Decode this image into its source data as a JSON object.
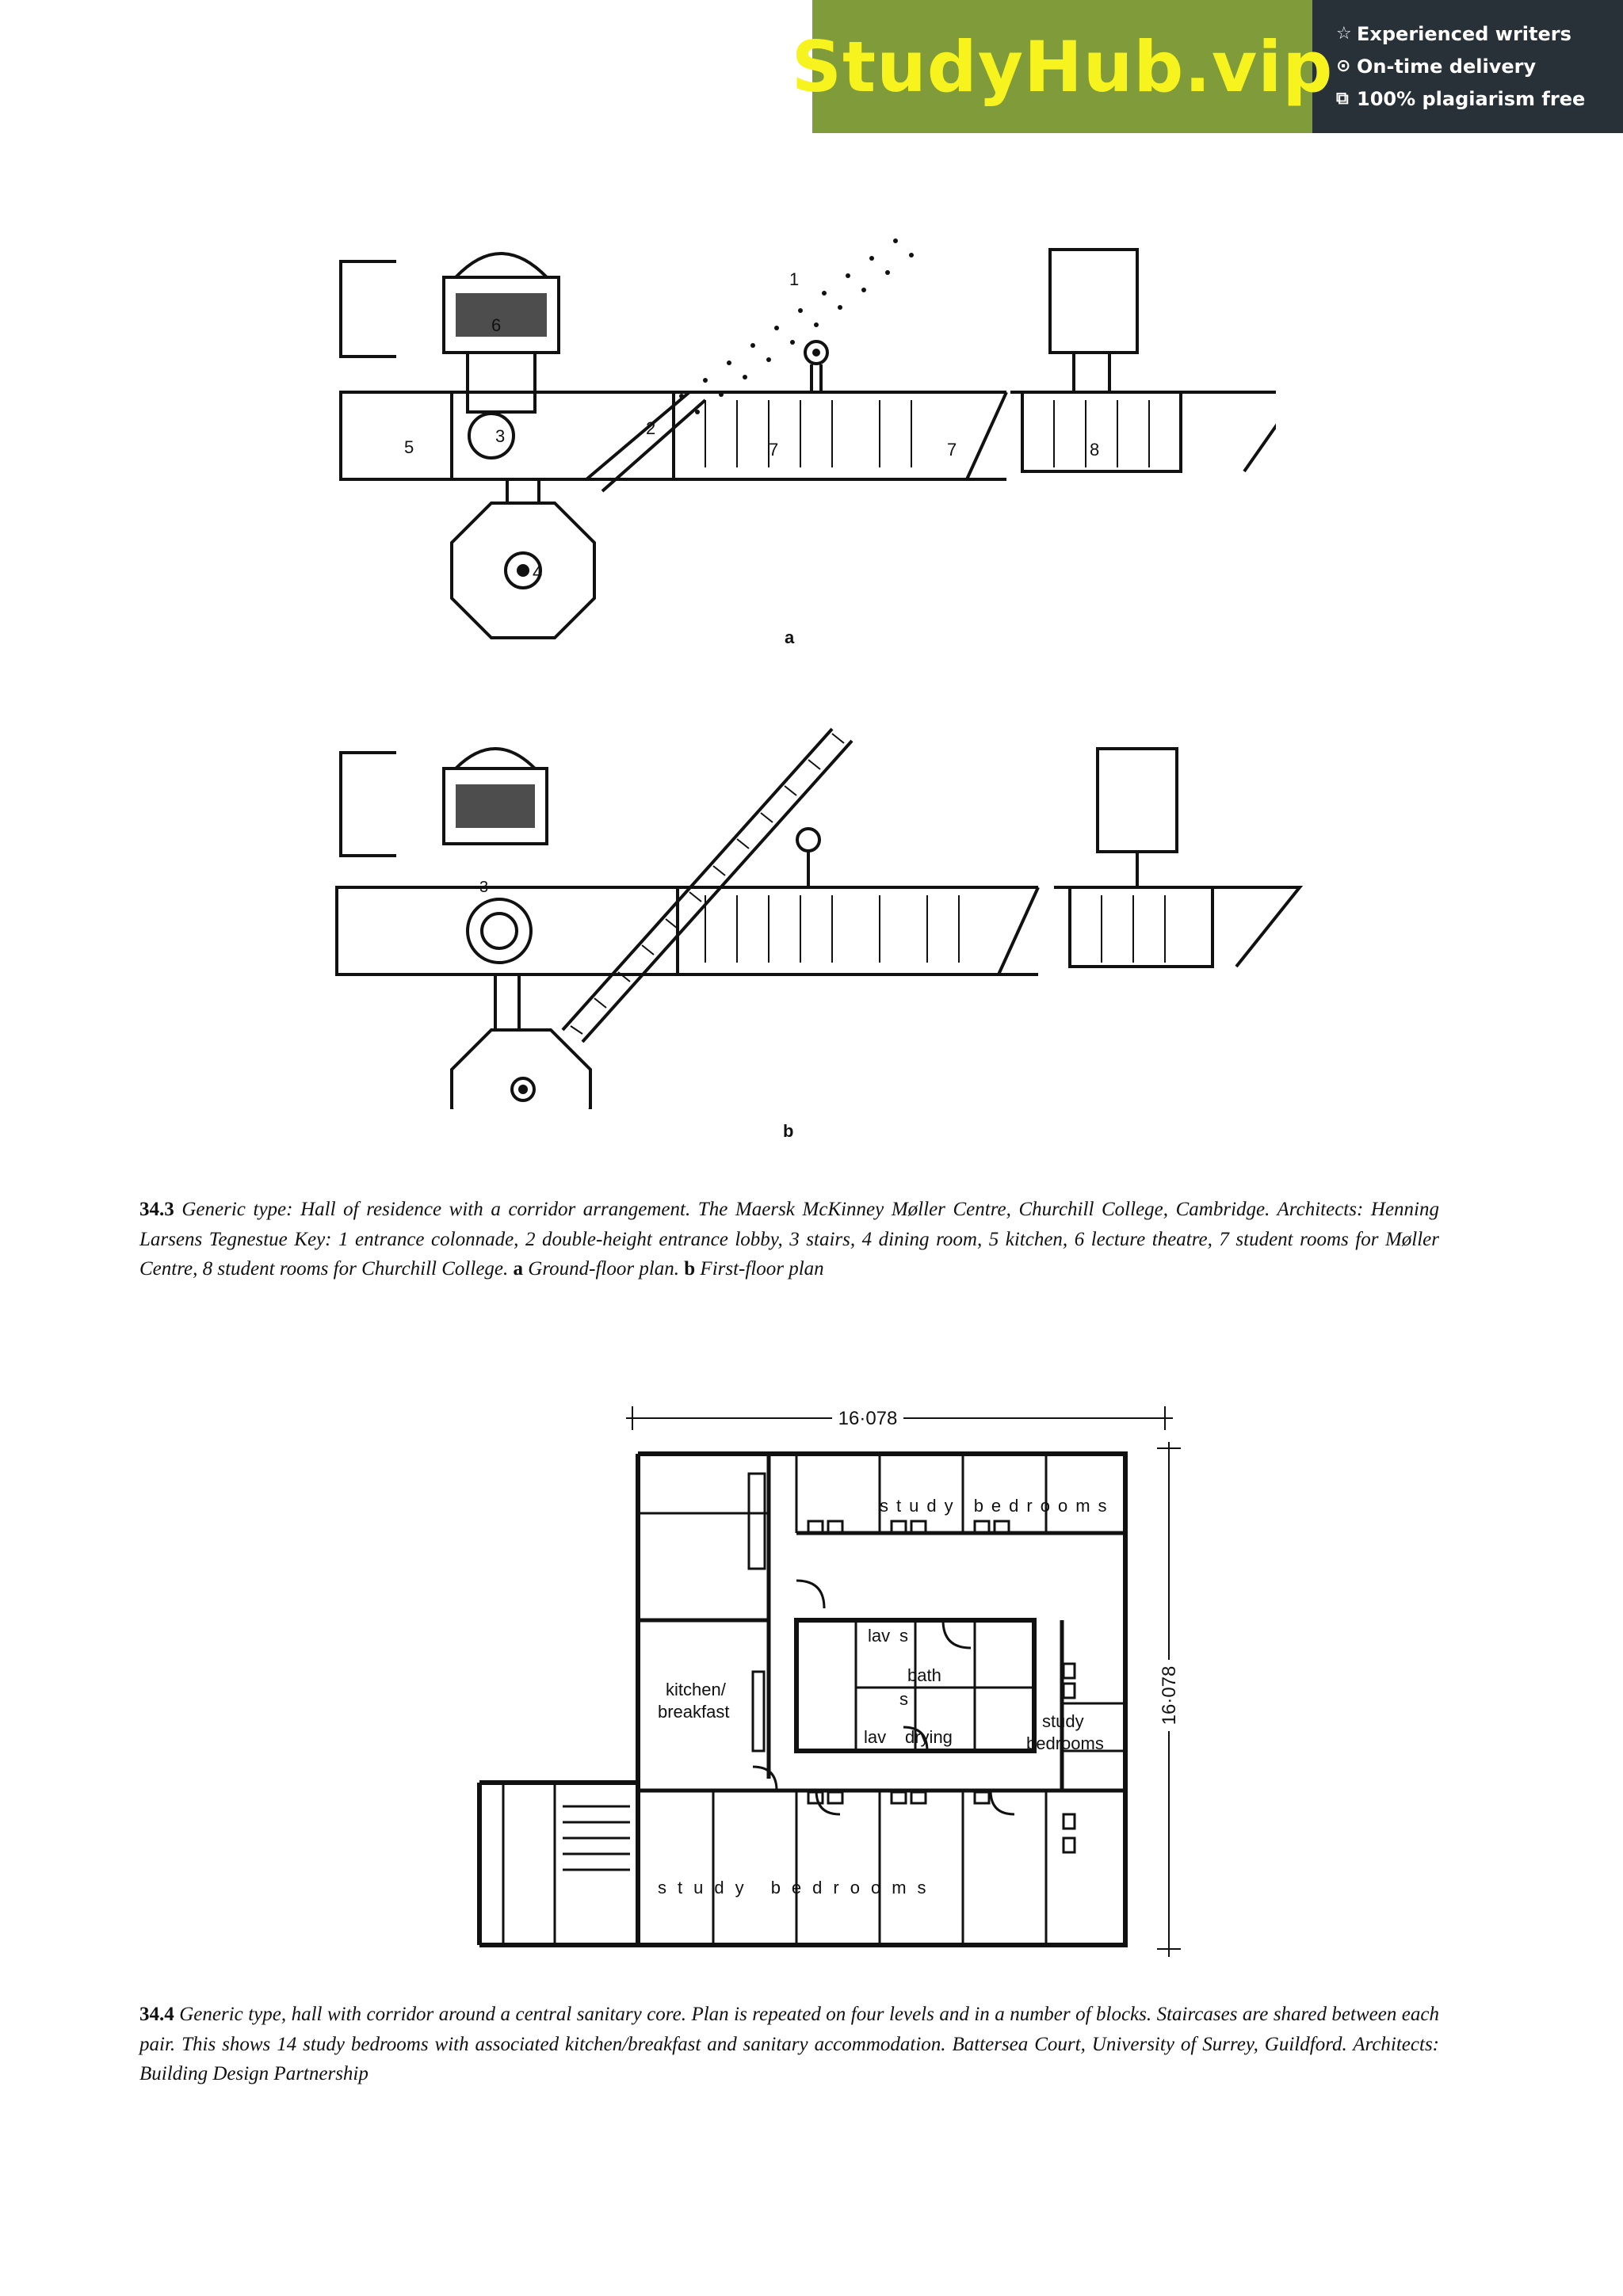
{
  "banner": {
    "brand": "StudyHub.vip",
    "features": [
      {
        "icon": "star-outline-icon",
        "glyph": "☆",
        "label": "Experienced writers"
      },
      {
        "icon": "clock-icon",
        "glyph": "⊙",
        "label": "On-time delivery"
      },
      {
        "icon": "copy-icon",
        "glyph": "⧉",
        "label": "100% plagiarism free"
      }
    ]
  },
  "figure_343": {
    "plan_a_label": "a",
    "plan_b_label": "b",
    "room_numbers": {
      "n1": "1",
      "n2": "2",
      "n3": "3",
      "n4": "4",
      "n5": "5",
      "n6": "6",
      "n7a": "7",
      "n7b": "7",
      "n8": "8",
      "n3b": "3"
    },
    "caption": {
      "number": "34.3",
      "text_1": "Generic type: Hall of residence with a corridor arrangement. The Maersk McKinney Møller Centre, Churchill College, Cambridge. Architects: Henning Larsens Tegnestue Key: 1 entrance colonnade, 2 double-height entrance lobby, 3 stairs, 4 dining room, 5 kitchen, 6 lecture theatre, 7 student rooms for Møller Centre, 8 student rooms for Churchill College.",
      "a": "a",
      "text_a": "Ground-floor plan.",
      "b": "b",
      "text_b": "First-floor plan"
    }
  },
  "figure_344": {
    "dim_top": "16·078",
    "dim_right": "16·078",
    "labels": {
      "study_bedrooms_top": "study bedrooms",
      "kitchen_1": "kitchen/",
      "kitchen_2": "breakfast",
      "lav_1": "lav",
      "lav_2": "lav",
      "s_1": "s",
      "s_2": "s",
      "bath": "bath",
      "drying": "drying",
      "study_right": "study",
      "bedrooms_right": "bedrooms",
      "study_bedrooms_bottom": "study bedrooms"
    },
    "caption": {
      "number": "34.4",
      "text": "Generic type, hall with corridor around a central sanitary core. Plan is repeated on four levels and in a number of blocks. Staircases are shared between each pair. This shows 14 study bedrooms with associated kitchen/breakfast and sanitary accommodation. Battersea Court, University of Surrey, Guildford. Architects: Building Design Partnership"
    }
  }
}
